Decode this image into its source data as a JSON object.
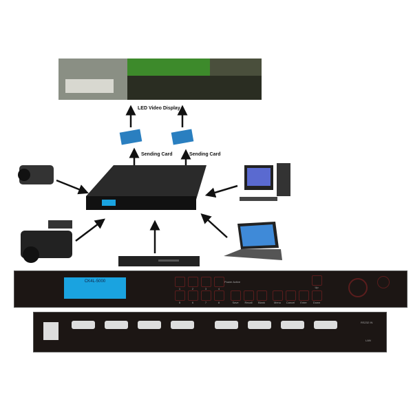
{
  "labels": {
    "display": "LED Video Display",
    "card1": "Sending Card",
    "card2": "Sending Card"
  },
  "front_panel": {
    "model": "CK4L-5000",
    "power": "Power Active",
    "row1": [
      "1",
      "2",
      "3",
      "4"
    ],
    "row2": [
      "5",
      "6",
      "7",
      "8"
    ],
    "functions": [
      "Save",
      "Recall",
      "Blank",
      "Menu",
      "Cancel",
      "Enter",
      "Down"
    ],
    "up": "Up"
  },
  "back_panel": {
    "rs232": "RS232 IN",
    "lan": "LAN"
  },
  "colors": {
    "panel": "#1c1614",
    "lcd": "#1aa3e0",
    "accent": "#7a1f1f"
  }
}
